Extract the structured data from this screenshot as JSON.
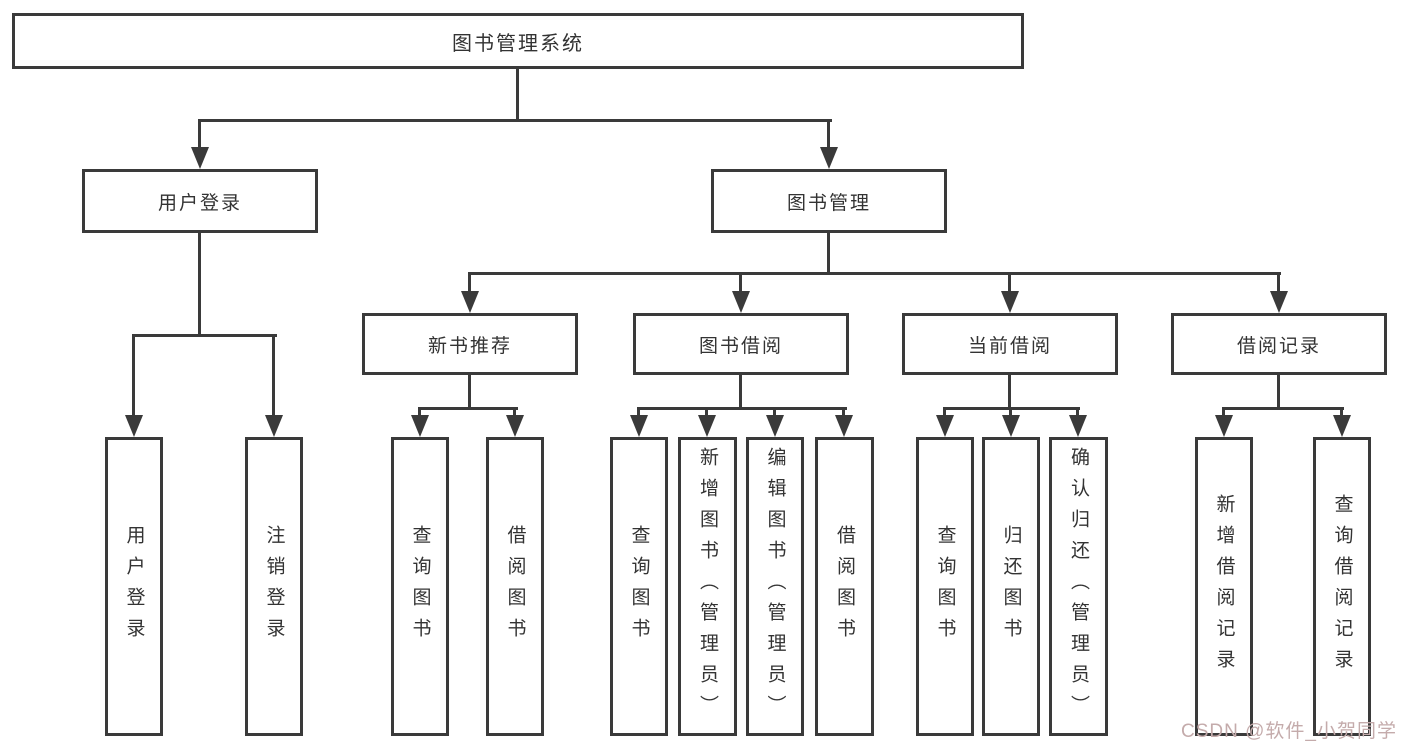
{
  "diagram": {
    "root": "图书管理系统",
    "branches": {
      "user_login": "用户登录",
      "book_mgmt": "图书管理"
    },
    "modules": [
      "新书推荐",
      "图书借阅",
      "当前借阅",
      "借阅记录"
    ],
    "leaves": {
      "user_login": [
        "用户登录",
        "注销登录"
      ],
      "new_book": [
        "查询图书",
        "借阅图书"
      ],
      "book_borrow": [
        "查询图书",
        "新增图书（管理员）",
        "编辑图书（管理员）",
        "借阅图书"
      ],
      "current_borrow": [
        "查询图书",
        "归还图书",
        "确认归还（管理员）"
      ],
      "borrow_record": [
        "新增借阅记录",
        "查询借阅记录"
      ]
    }
  },
  "watermark": "CSDN @软件_小贺同学",
  "colors": {
    "line": "#3a3a3a",
    "text": "#333333",
    "watermark": "#c4abab",
    "background": "#ffffff"
  }
}
